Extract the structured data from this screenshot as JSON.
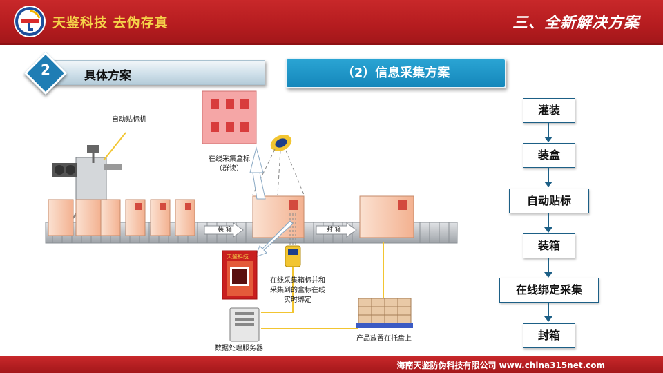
{
  "header": {
    "slogan": "天鉴科技 去伪存真",
    "section_title": "三、全新解决方案"
  },
  "badge": {
    "number": "2",
    "label": "具体方案"
  },
  "plan_title": "（2）信息采集方案",
  "diagram": {
    "machine_label": "自动贴标机",
    "online_box_label": [
      "在线采集盒标",
      "（群读）"
    ],
    "conveyor_left_label": "装  箱",
    "conveyor_right_label": "封  箱",
    "tag_brand": "天鉴科技",
    "binding_label": [
      "在线采集箱标并和",
      "采集到的盒标在线",
      "实时绑定"
    ],
    "server_label": "数据处理服务器",
    "pallet_label": "产品放置在托盘上"
  },
  "flow": [
    {
      "label": "灌装"
    },
    {
      "label": "装盒"
    },
    {
      "label": "自动贴标"
    },
    {
      "label": "装箱"
    },
    {
      "label": "在线绑定采集"
    },
    {
      "label": "封箱"
    }
  ],
  "footer": {
    "text": "海南天鉴防伪科技有限公司   www.china315net.com"
  },
  "colors": {
    "brand_red": "#b51c1f",
    "banner_blue": "#1587bb",
    "flow_border": "#1c5f86",
    "box_peach": "#f6c4a8",
    "scan_yellow": "#f2c531"
  }
}
